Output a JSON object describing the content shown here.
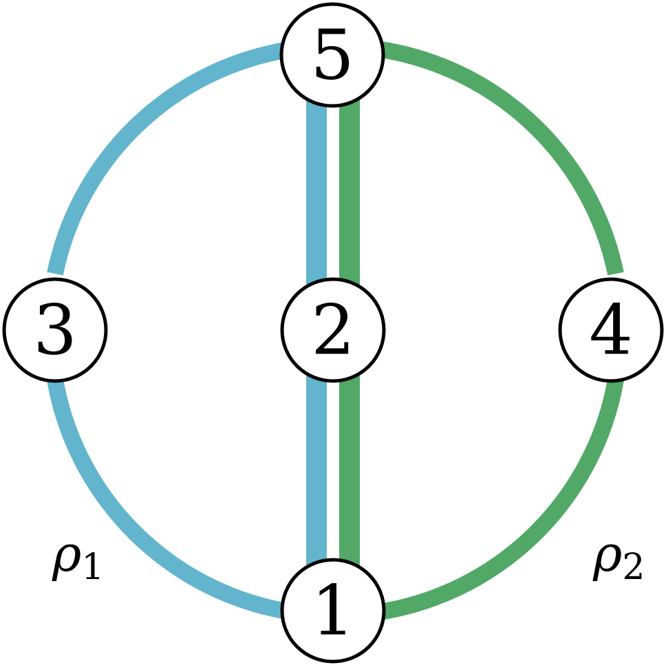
{
  "colors": {
    "path_1": "#62b5cc",
    "path_2": "#52a867",
    "node_fill": "#ffffff",
    "node_stroke": "#000000",
    "background": "#ffffff"
  },
  "nodes": [
    {
      "id": "1",
      "label": "1"
    },
    {
      "id": "2",
      "label": "2"
    },
    {
      "id": "3",
      "label": "3"
    },
    {
      "id": "4",
      "label": "4"
    },
    {
      "id": "5",
      "label": "5"
    }
  ],
  "paths": [
    {
      "id": "rho1",
      "symbol": "ρ",
      "subscript": "1",
      "color_key": "path_1",
      "sequence": [
        "5",
        "3",
        "1",
        "2",
        "5"
      ]
    },
    {
      "id": "rho2",
      "symbol": "ρ",
      "subscript": "2",
      "color_key": "path_2",
      "sequence": [
        "5",
        "4",
        "1",
        "2",
        "5"
      ]
    }
  ]
}
